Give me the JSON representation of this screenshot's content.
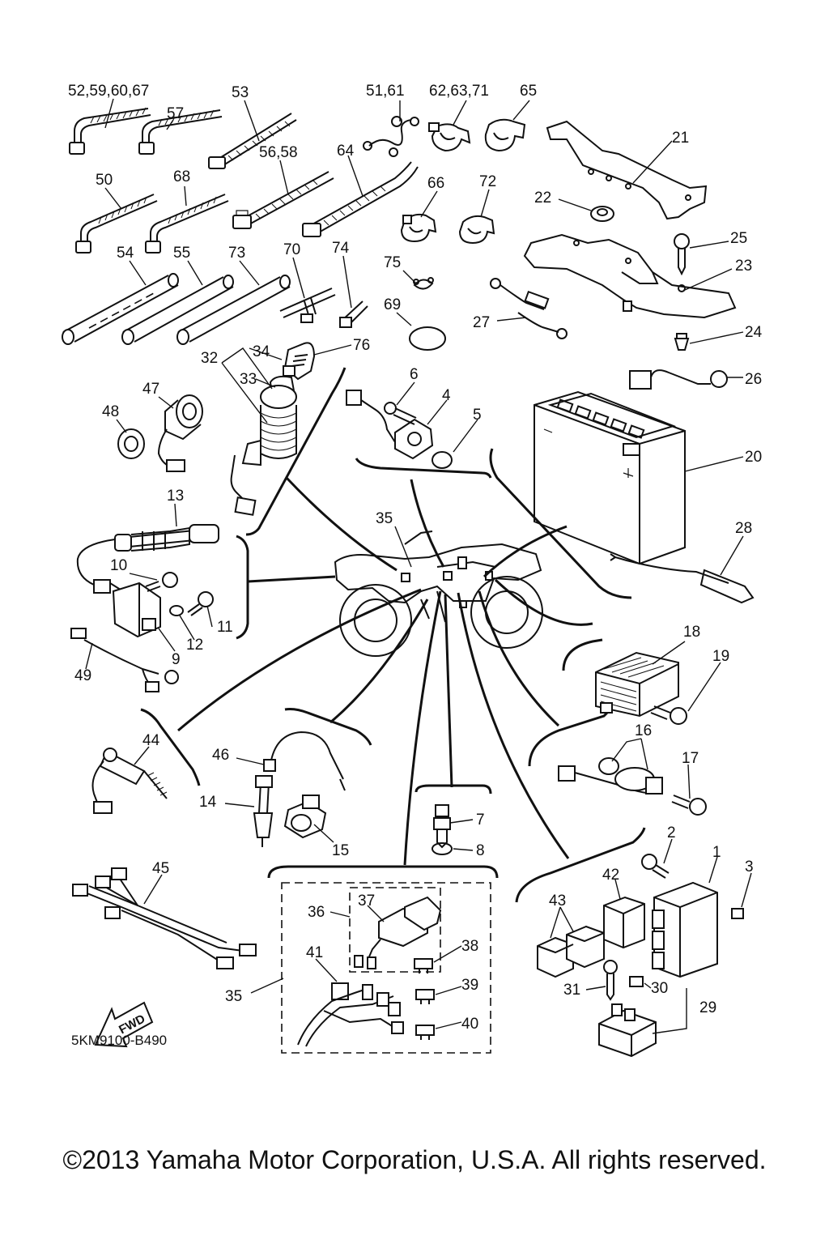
{
  "diagram_code": "5KM9100-B490",
  "fwd_label": "FWD",
  "copyright": "©2013 Yamaha Motor Corporation, U.S.A. All rights reserved.",
  "callouts": [
    {
      "label": "52,59,60,67"
    },
    {
      "label": "53"
    },
    {
      "label": "51,61"
    },
    {
      "label": "62,63,71"
    },
    {
      "label": "65"
    },
    {
      "label": "57"
    },
    {
      "label": "21"
    },
    {
      "label": "56,58"
    },
    {
      "label": "64"
    },
    {
      "label": "50"
    },
    {
      "label": "68"
    },
    {
      "label": "66"
    },
    {
      "label": "72"
    },
    {
      "label": "22"
    },
    {
      "label": "54"
    },
    {
      "label": "55"
    },
    {
      "label": "73"
    },
    {
      "label": "70"
    },
    {
      "label": "74"
    },
    {
      "label": "25"
    },
    {
      "label": "75"
    },
    {
      "label": "23"
    },
    {
      "label": "69"
    },
    {
      "label": "27"
    },
    {
      "label": "24"
    },
    {
      "label": "34"
    },
    {
      "label": "76"
    },
    {
      "label": "32"
    },
    {
      "label": "33"
    },
    {
      "label": "6"
    },
    {
      "label": "26"
    },
    {
      "label": "47"
    },
    {
      "label": "4"
    },
    {
      "label": "48"
    },
    {
      "label": "5"
    },
    {
      "label": "20"
    },
    {
      "label": "13"
    },
    {
      "label": "35"
    },
    {
      "label": "28"
    },
    {
      "label": "10"
    },
    {
      "label": "11"
    },
    {
      "label": "12"
    },
    {
      "label": "9"
    },
    {
      "label": "49"
    },
    {
      "label": "18"
    },
    {
      "label": "19"
    },
    {
      "label": "16"
    },
    {
      "label": "44"
    },
    {
      "label": "17"
    },
    {
      "label": "46"
    },
    {
      "label": "14"
    },
    {
      "label": "15"
    },
    {
      "label": "7"
    },
    {
      "label": "8"
    },
    {
      "label": "2"
    },
    {
      "label": "1"
    },
    {
      "label": "45"
    },
    {
      "label": "42"
    },
    {
      "label": "3"
    },
    {
      "label": "36"
    },
    {
      "label": "37"
    },
    {
      "label": "43"
    },
    {
      "label": "38"
    },
    {
      "label": "41"
    },
    {
      "label": "39"
    },
    {
      "label": "35"
    },
    {
      "label": "31"
    },
    {
      "label": "30"
    },
    {
      "label": "29"
    },
    {
      "label": "40"
    }
  ]
}
